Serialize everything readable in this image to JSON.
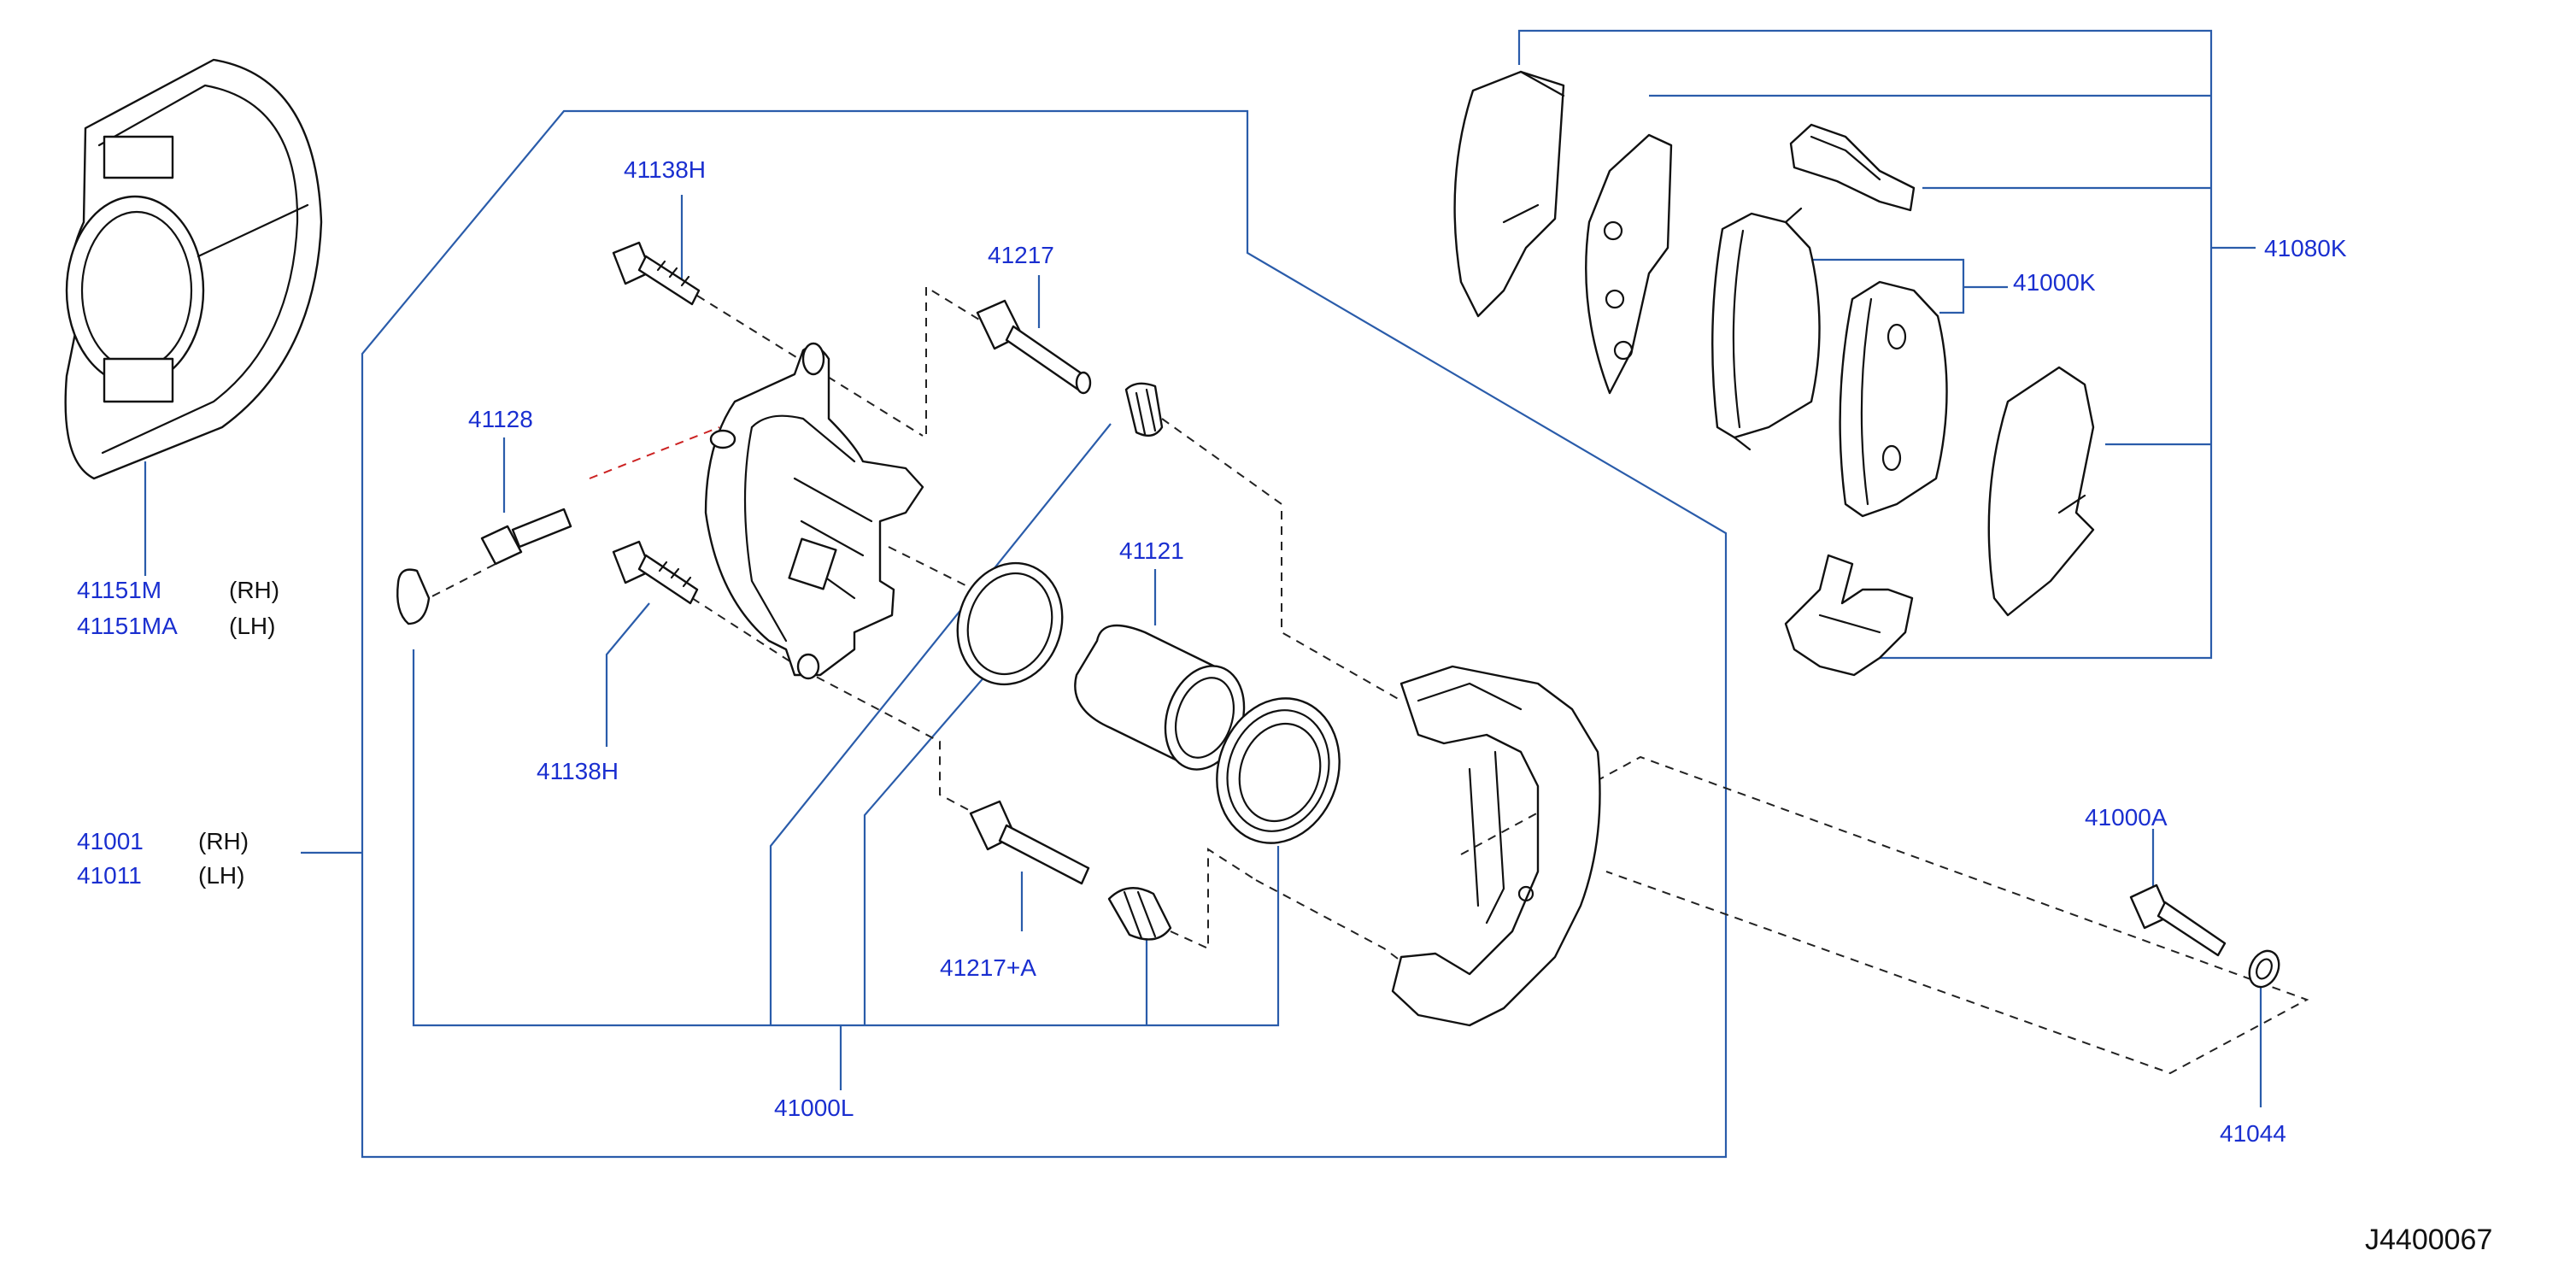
{
  "labels": {
    "l41138h_top": "41138H",
    "l41217": "41217",
    "l41128": "41128",
    "l41151m": "41151M",
    "l41151m_side": "(RH)",
    "l41151ma": "41151MA",
    "l41151ma_side": "(LH)",
    "l41138h_bottom": "41138H",
    "l41121": "41121",
    "l41001": "41001",
    "l41001_side": "(RH)",
    "l41011": "41011",
    "l41011_side": "(LH)",
    "l41217a": "41217+A",
    "l41000l": "41000L",
    "l41000k": "41000K",
    "l41080k": "41080K",
    "l41000a": "41000A",
    "l41044": "41044"
  },
  "diagram_code": "J4400067",
  "colors": {
    "leader_line": "#2a5caa",
    "part_label": "#1a2fd0",
    "part_outline": "#111111",
    "accent_dash": "#cc2222"
  }
}
